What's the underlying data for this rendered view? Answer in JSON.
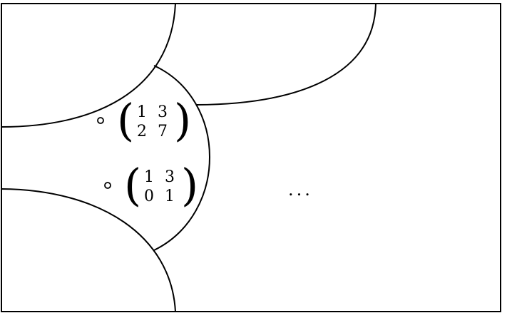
{
  "diagram": {
    "matrices": [
      {
        "rows": [
          [
            "1",
            "3"
          ],
          [
            "2",
            "7"
          ]
        ]
      },
      {
        "rows": [
          [
            "1",
            "3"
          ],
          [
            "0",
            "1"
          ]
        ]
      }
    ],
    "ellipsis": "..."
  }
}
